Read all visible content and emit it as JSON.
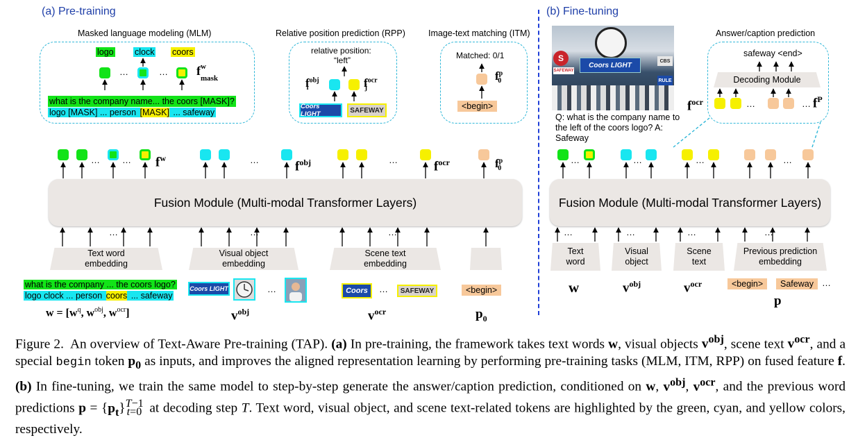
{
  "sections": {
    "pretraining": "(a) Pre-training",
    "finetuning": "(b) Fine-tuning"
  },
  "tasks": {
    "mlm": {
      "title": "Masked language modeling (MLM)",
      "words": [
        "logo",
        "clock",
        "coors"
      ],
      "feature": "f",
      "feature_sup": "w",
      "feature_sub": "mask",
      "text_line1": "what is the company name... the coors [MASK]?",
      "text_line2_pre": "logo [MASK] ... person ",
      "text_line2_mid": "[MASK]",
      "text_line2_post": " ... safeway"
    },
    "rpp": {
      "title": "Relative position prediction (RPP)",
      "label_line1": "relative position:",
      "label_line2": "“left”",
      "f1": "f",
      "f1_sup": "obj",
      "f1_sub": "i",
      "f2": "f",
      "f2_sup": "ocr",
      "f2_sub": "j",
      "logo_left": "Coors LIGHT",
      "logo_right": "SAFEWAY"
    },
    "itm": {
      "title": "Image-text matching (ITM)",
      "matched": "Matched: 0/1",
      "f": "f",
      "f_sup": "p",
      "f_sub": "0",
      "begin": "<begin>"
    }
  },
  "pretrain": {
    "fusion": "Fusion Module (Multi-modal Transformer Layers)",
    "out_features": {
      "fw": "f",
      "fw_sup": "w",
      "fobj": "f",
      "fobj_sup": "obj",
      "focr": "f",
      "focr_sup": "ocr",
      "fp": "f",
      "fp_sup": "p",
      "fp_sub": "0"
    },
    "embeddings": {
      "text_line1": "Text word",
      "text_line2": "embedding",
      "visual_line1": "Visual object",
      "visual_line2": "embedding",
      "scene_line1": "Scene text",
      "scene_line2": "embedding"
    },
    "input_text": {
      "line1": "what is the company ... the coors logo?",
      "line2_pre": "logo clock ... person ",
      "line2_mid": "coors",
      "line2_post": " ... safeway"
    },
    "formula_w": "w = [w",
    "formula_parts": [
      "q",
      "obj",
      "ocr"
    ],
    "vobj": "v",
    "vobj_sup": "obj",
    "vocr": "v",
    "vocr_sup": "ocr",
    "p0": "p",
    "p0_sub": "0",
    "begin": "<begin>",
    "ocr_logo1": "Coors",
    "ocr_logo2": "SAFEWAY",
    "obj_logo": "Coors LIGHT"
  },
  "finetune": {
    "question": "Q: what is the company name to the left of the coors logo? A: Safeway",
    "answer_title": "Answer/caption prediction",
    "answer_tokens": "safeway <end>",
    "decoding": "Decoding Module",
    "f_ocr": "f",
    "f_ocr_sup": "ocr",
    "f_p": "f",
    "f_p_sup": "P",
    "fusion": "Fusion Module (Multi-modal Transformer Layers)",
    "embeddings": {
      "text_line1": "Text",
      "text_line2": "word",
      "visual_line1": "Visual",
      "visual_line2": "object",
      "scene_line1": "Scene",
      "scene_line2": "text",
      "prev_line1": "Previous prediction",
      "prev_line2": "embedding"
    },
    "w": "w",
    "vobj": "v",
    "vobj_sup": "obj",
    "vocr": "v",
    "vocr_sup": "ocr",
    "begin": "<begin>",
    "safeway": "Safeway",
    "p": "p",
    "scoreboard": [
      "S",
      "SAFEWAY",
      "Coors LIGHT",
      "CBS",
      "RULE"
    ]
  },
  "caption": {
    "fig": "Figure 2.",
    "text": "An overview of Text-Aware Pre-training (TAP)."
  },
  "colors": {
    "text_word": "#12e318",
    "visual_object": "#19e6f0",
    "scene_text": "#f6f000",
    "prediction": "#f7c89a",
    "dashed": "#2fb7d8",
    "separator": "#1f3fd8"
  }
}
